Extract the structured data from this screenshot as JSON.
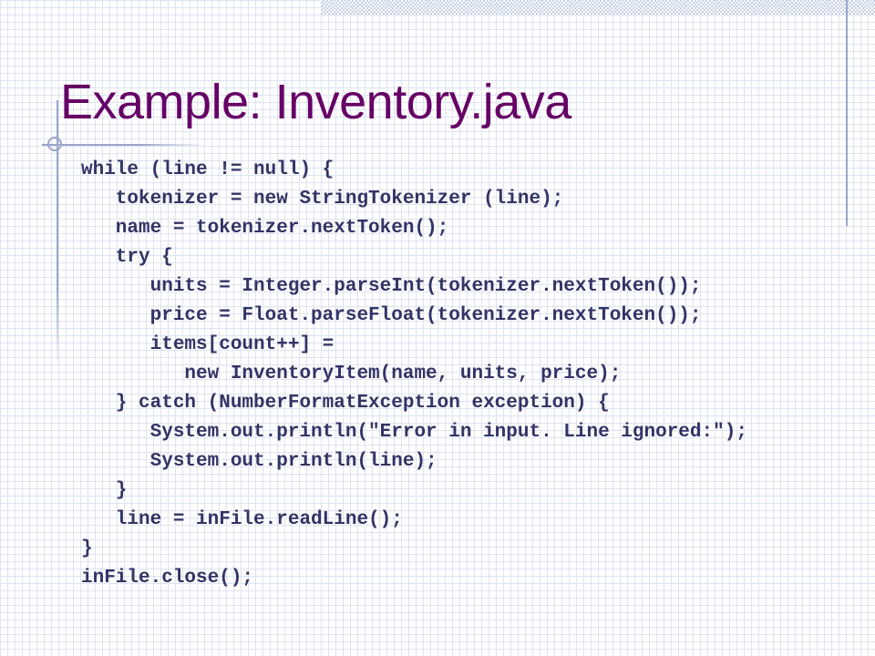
{
  "slide": {
    "title": "Example: Inventory.java"
  },
  "code_lines": [
    "while (line != null) {",
    "   tokenizer = new StringTokenizer (line);",
    "   name = tokenizer.nextToken();",
    "   try {",
    "      units = Integer.parseInt(tokenizer.nextToken());",
    "      price = Float.parseFloat(tokenizer.nextToken());",
    "      items[count++] =",
    "         new InventoryItem(name, units, price);",
    "   } catch (NumberFormatException exception) {",
    "      System.out.println(\"Error in input. Line ignored:\");",
    "      System.out.println(line);",
    "   }",
    "   line = inFile.readLine();",
    "}",
    "inFile.close();"
  ],
  "theme": {
    "title_color": "#660066",
    "code_color": "#333366",
    "grid_color": "#dde3ef",
    "decoration_color": "#9aa7c8"
  }
}
